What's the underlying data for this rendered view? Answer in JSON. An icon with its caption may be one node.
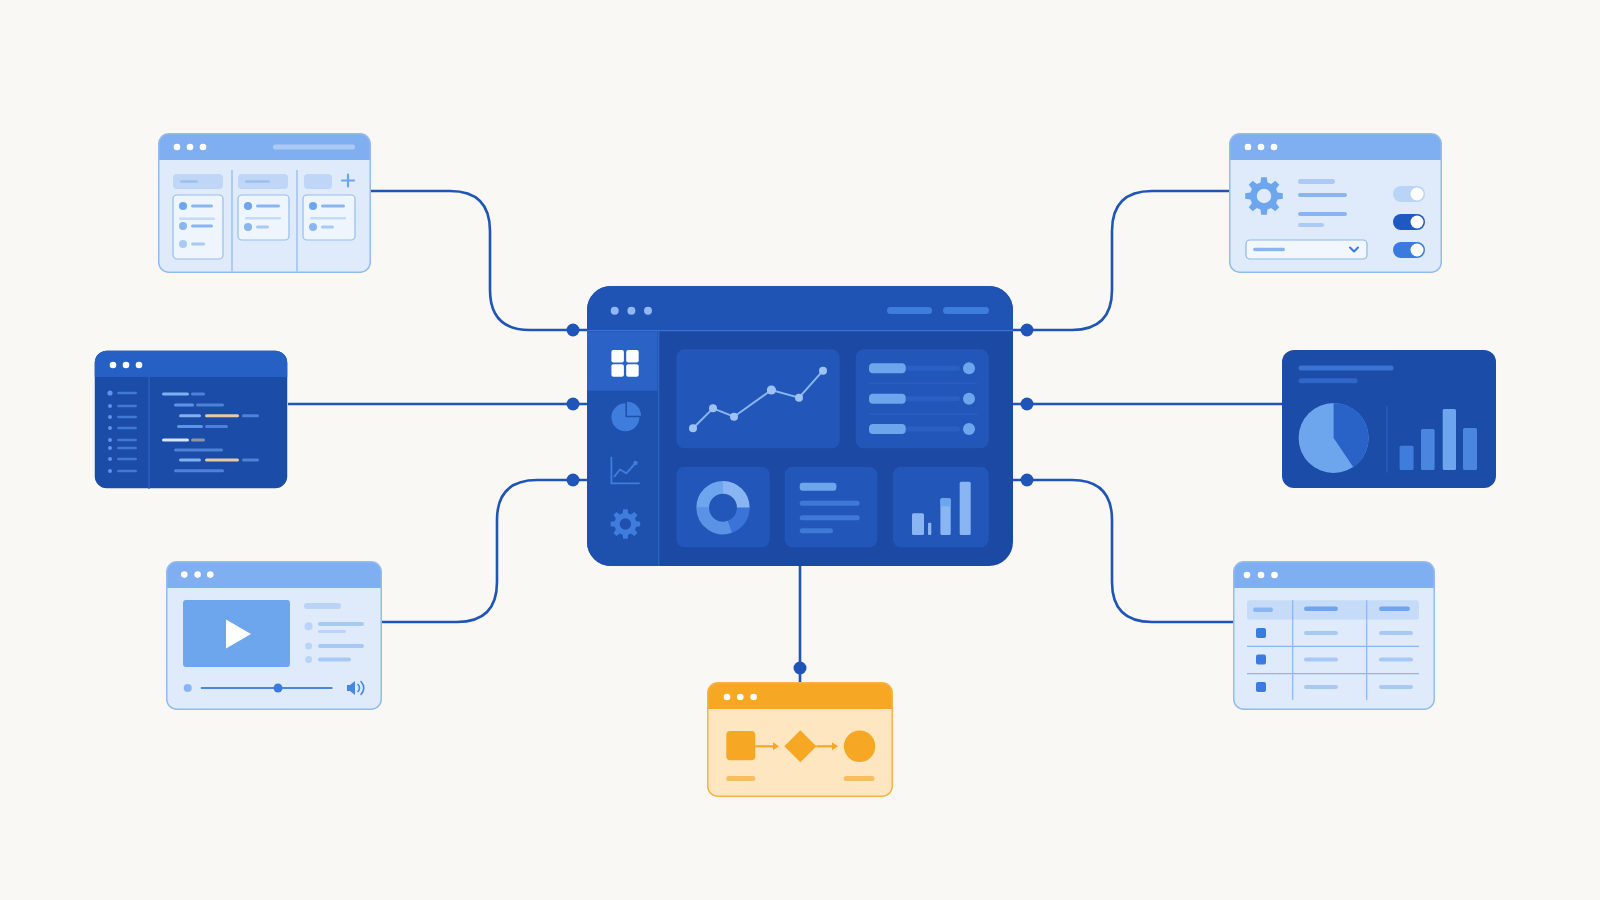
{
  "diagram": {
    "nodes": [
      {
        "text": [],
        "shape": "picture"
      },
      {
        "text": [],
        "shape": "picture"
      },
      {
        "text": [],
        "shape": "picture"
      },
      {
        "text": [],
        "shape": "picture"
      },
      {
        "text": [],
        "shape": "picture"
      },
      {
        "text": [],
        "shape": "picture"
      },
      {
        "text": [],
        "shape": "picture"
      },
      {
        "text": [],
        "shape": "picture"
      }
    ],
    "edges": [
      {
        "from": 0,
        "to": 3,
        "arrow": "other"
      },
      {
        "from": 2,
        "to": 3,
        "arrow": "other"
      },
      {
        "from": 5,
        "to": 3,
        "arrow": "other"
      },
      {
        "from": 1,
        "to": 3,
        "arrow": "other"
      },
      {
        "from": 4,
        "to": 3,
        "arrow": "other"
      },
      {
        "from": 6,
        "to": 3,
        "arrow": "other"
      },
      {
        "from": 3,
        "to": 7,
        "arrow": "other"
      }
    ]
  }
}
